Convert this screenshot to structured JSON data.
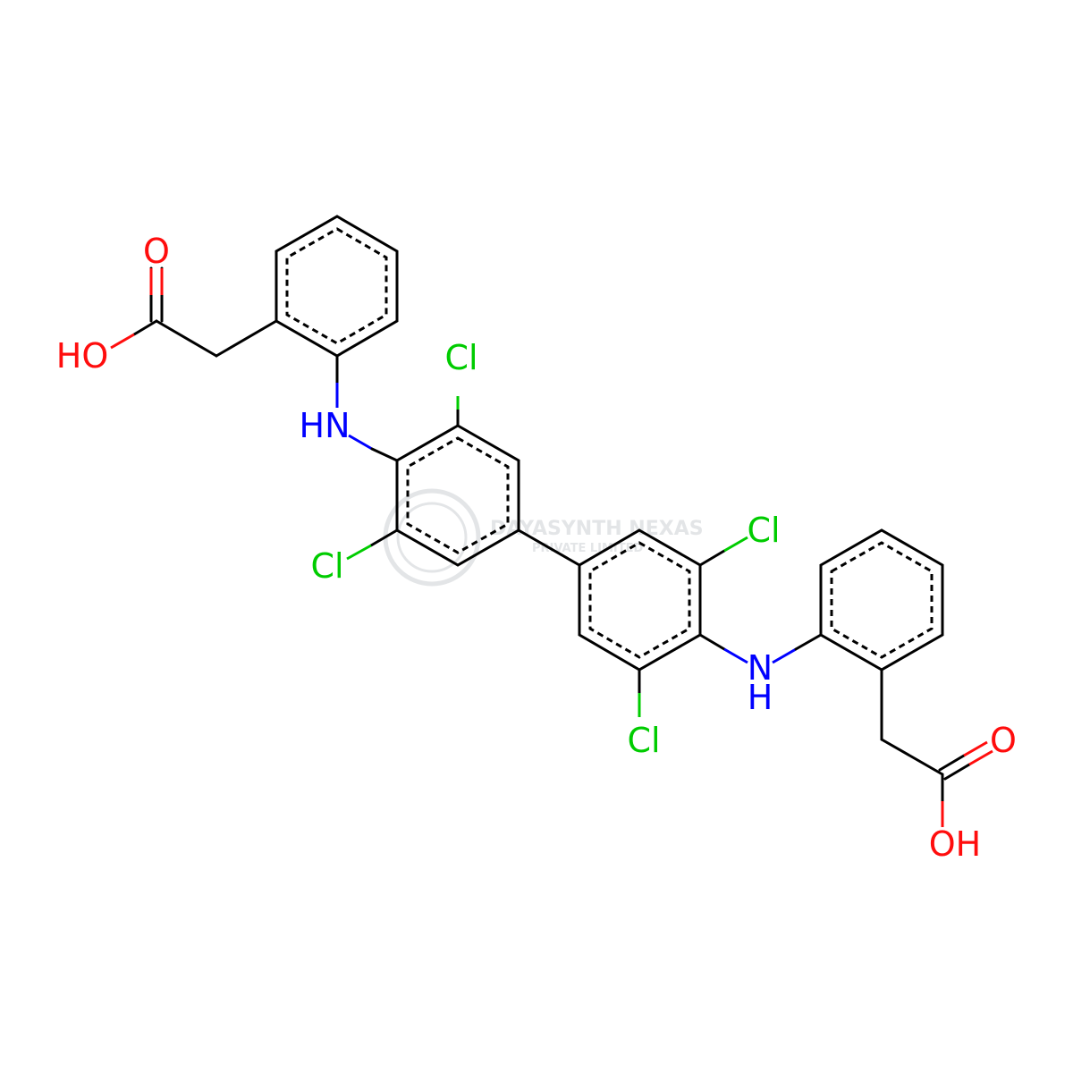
{
  "colors": {
    "bond": "#000000",
    "O": "#ff0d0d",
    "N": "#0000ff",
    "Cl": "#00cc00",
    "watermark": "#c8ccd0"
  },
  "labels": {
    "o_top_carbonyl": "O",
    "oh_top": "HO",
    "nh_top": "HN",
    "cl_left_upper": "Cl",
    "cl_left_lower": "Cl",
    "cl_right_upper": "Cl",
    "nh_bottom_n": "N",
    "nh_bottom_h": "H",
    "cl_right_lower": "Cl",
    "o_bottom_carbonyl": "O",
    "oh_bottom": "OH"
  },
  "watermark": {
    "line1": "DAYASYNTH NEXAS",
    "line2": "PRIVATE LIMITED"
  }
}
